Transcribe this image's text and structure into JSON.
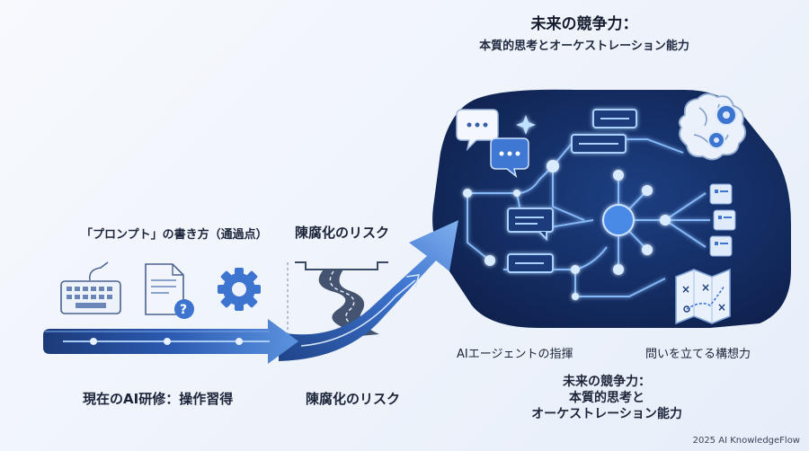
{
  "title": {
    "main": "未来の競争力：",
    "sub": "本質的思考とオーケストレーション能力"
  },
  "left": {
    "caption_top": "「プロンプト」の書き方（通過点）",
    "caption_bottom": "現在のAI研修：操作習得",
    "icons": [
      "keyboard-icon",
      "document-question-icon",
      "gear-icon"
    ]
  },
  "middle": {
    "caption_top": "陳腐化のリスク",
    "caption_bottom": "陳腐化のリスク"
  },
  "right": {
    "caption_agent": "AIエージェントの指揮",
    "caption_question": "問いを立てる構想力",
    "bottom_title_1": "未来の競争力：",
    "bottom_title_2": "本質的思考と",
    "bottom_title_3": "オーケストレーション能力",
    "icons": [
      "chat-bubbles-icon",
      "brain-gears-icon",
      "document-list-icon",
      "strategy-map-icon"
    ]
  },
  "colors": {
    "navy": "#0f2350",
    "accent": "#3f7bd6",
    "glow": "#7fb6ff",
    "arrow_dark": "#1d3f86"
  },
  "footer": {
    "credit": "2025 AI KnowledgeFlow"
  }
}
